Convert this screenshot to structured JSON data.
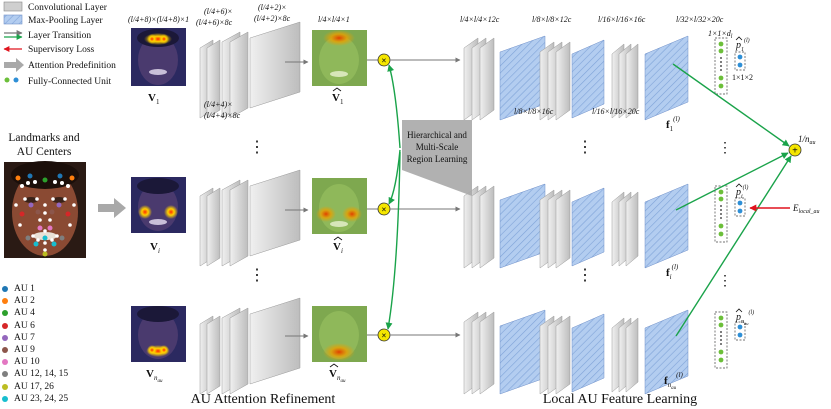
{
  "legend": {
    "conv_layer": "Convolutional Layer",
    "maxpool_layer": "Max-Pooling Layer",
    "layer_transition": "Layer Transition",
    "supervisory_loss": "Supervisory Loss",
    "attention_predefinition": "Attention Predefinition",
    "fc_unit": "Fully-Connected Unit"
  },
  "colors": {
    "conv": "#c8c8c8",
    "maxpool": "#a9c4ea",
    "transition": "#1aa34a",
    "loss": "#e0141e",
    "fc_green": "#6cbf3a",
    "fc_blue": "#2e8fd6",
    "mult": "#f5e600"
  },
  "landmarks_title_line1": "Landmarks and",
  "landmarks_title_line2": "AU Centers",
  "dims": {
    "input": "(l/4+8)×(l/4+8)×1",
    "conv1_top_l1": "(l/4+6)×",
    "conv1_top_l2": "(l/4+6)×8c",
    "conv2_top_l1": "(l/4+2)×",
    "conv2_top_l2": "(l/4+2)×8c",
    "conv_bottom_l1": "(l/4+4)×",
    "conv_bottom_l2": "(l/4+4)×8c",
    "att": "l/4×l/4×1",
    "g1": "l/4×l/4×12c",
    "g2": "l/8×l/8×12c",
    "g3": "l/16×l/16×16c",
    "g4": "l/32×l/32×20c",
    "g2b": "l/8×l/8×16c",
    "g3b": "l/16×l/16×20c",
    "fc": "1×1×d",
    "fc_sub": "l",
    "out": "1×1×2"
  },
  "labels": {
    "v1": "V",
    "v1_sub": "1",
    "vi": "V",
    "vi_sub": "i",
    "vn": "V",
    "vn_sub": "n",
    "vn_subsub": "au",
    "vhat1_sub": "1",
    "vhati_sub": "i",
    "vhatn_sub": "n",
    "f1": "f",
    "f1_sub": "1",
    "f_sup": "(l)",
    "fi_sub": "i",
    "fn_sub": "n",
    "p_sub1": "1",
    "p_subi": "i",
    "p_subn": "n",
    "p_sup": "(l)",
    "sum_frac": "1/n",
    "sum_frac_sub": "au",
    "loss": "E",
    "loss_sub": "local_au",
    "region_l1": "Hierarchical and",
    "region_l2": "Multi-Scale",
    "region_l3": "Region Learning",
    "ellipsis": "⋮",
    "section_left": "AU Attention Refinement",
    "section_right": "Local AU Feature Learning",
    "mult": "×",
    "plus": "+"
  },
  "au_legend": [
    {
      "label": "AU 1",
      "color": "#1f77b4"
    },
    {
      "label": "AU 2",
      "color": "#ff7f0e"
    },
    {
      "label": "AU 4",
      "color": "#2ca02c"
    },
    {
      "label": "AU 6",
      "color": "#d62728"
    },
    {
      "label": "AU 7",
      "color": "#9467bd"
    },
    {
      "label": "AU 9",
      "color": "#8c564b"
    },
    {
      "label": "AU 10",
      "color": "#e377c2"
    },
    {
      "label": "AU 12, 14, 15",
      "color": "#7f7f7f"
    },
    {
      "label": "AU 17, 26",
      "color": "#bcbd22"
    },
    {
      "label": "AU 23, 24, 25",
      "color": "#17becf"
    }
  ]
}
